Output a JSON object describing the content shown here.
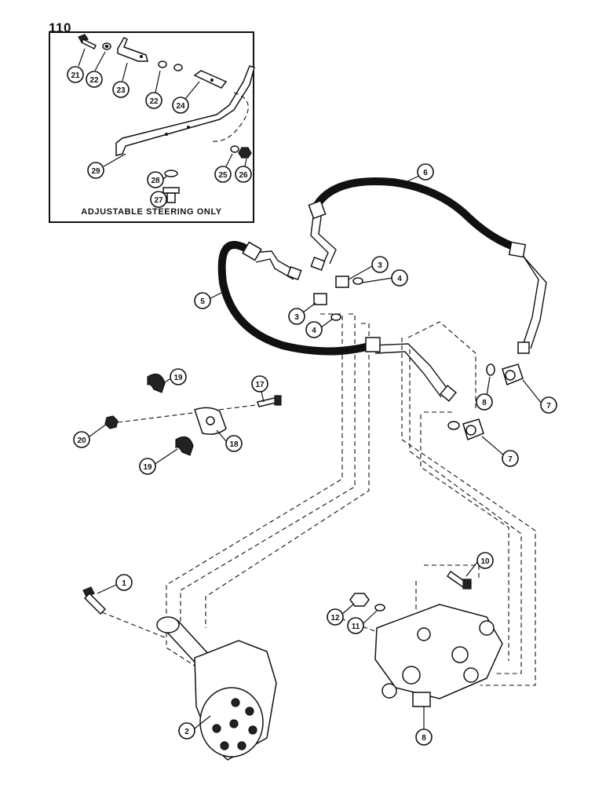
{
  "page_number": "110",
  "inset": {
    "caption": "ADJUSTABLE STEERING ONLY"
  },
  "callouts": [
    {
      "id": "c21",
      "label": "21"
    },
    {
      "id": "c22a",
      "label": "22"
    },
    {
      "id": "c23",
      "label": "23"
    },
    {
      "id": "c22b",
      "label": "22"
    },
    {
      "id": "c24",
      "label": "24"
    },
    {
      "id": "c29",
      "label": "29"
    },
    {
      "id": "c28",
      "label": "28"
    },
    {
      "id": "c25",
      "label": "25"
    },
    {
      "id": "c26",
      "label": "26"
    },
    {
      "id": "c27",
      "label": "27"
    },
    {
      "id": "c6",
      "label": "6"
    },
    {
      "id": "c5",
      "label": "5"
    },
    {
      "id": "c3a",
      "label": "3"
    },
    {
      "id": "c4a",
      "label": "4"
    },
    {
      "id": "c3b",
      "label": "3"
    },
    {
      "id": "c4b",
      "label": "4"
    },
    {
      "id": "c7a",
      "label": "7"
    },
    {
      "id": "c8a",
      "label": "8"
    },
    {
      "id": "c7b",
      "label": "7"
    },
    {
      "id": "c19a",
      "label": "19"
    },
    {
      "id": "c17",
      "label": "17"
    },
    {
      "id": "c20",
      "label": "20"
    },
    {
      "id": "c18",
      "label": "18"
    },
    {
      "id": "c19b",
      "label": "19"
    },
    {
      "id": "c10",
      "label": "10"
    },
    {
      "id": "c1",
      "label": "1"
    },
    {
      "id": "c12",
      "label": "12"
    },
    {
      "id": "c11",
      "label": "11"
    },
    {
      "id": "c2",
      "label": "2"
    },
    {
      "id": "c8b",
      "label": "8"
    }
  ]
}
